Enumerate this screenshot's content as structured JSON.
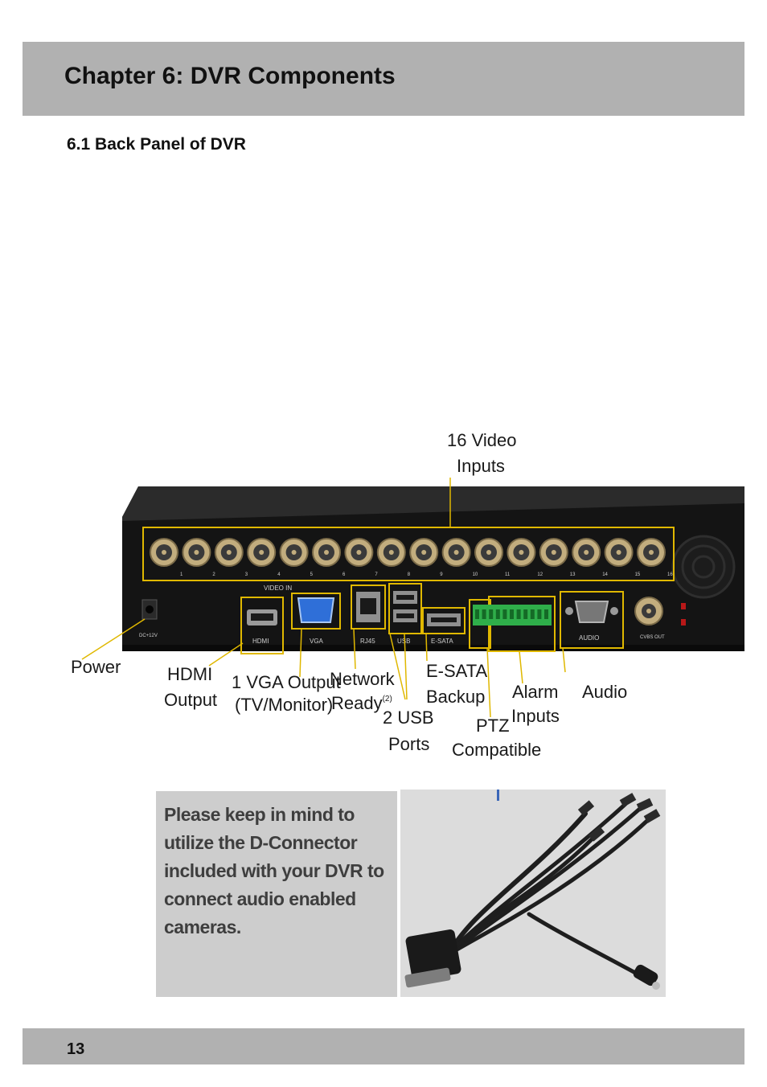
{
  "header": {
    "chapter_title": "Chapter 6: DVR Components"
  },
  "section": {
    "title": "6.1 Back Panel of DVR"
  },
  "diagram": {
    "labels": {
      "video_inputs_line1": "16 Video",
      "video_inputs_line2": "Inputs",
      "power": "Power",
      "hdmi_line1": "HDMI",
      "hdmi_line2": "Output",
      "vga_line1": "1 VGA Output",
      "vga_line2": "(TV/Monitor)",
      "network_line1": "Network",
      "network_line2": "Ready",
      "network_sup": "(2)",
      "usb_line1": "2 USB",
      "usb_line2": "Ports",
      "esata_line1": "E-SATA",
      "esata_line2": "Backup",
      "ptz_line1": "PTZ",
      "ptz_line2": "Compatible",
      "alarm_line1": "Alarm",
      "alarm_line2": "Inputs",
      "audio": "Audio"
    },
    "panel_text": {
      "video_in": "VIDEO IN",
      "hdmi": "HDMI",
      "vga": "VGA",
      "rj45": "RJ45",
      "usb": "USB",
      "esata": "E-SATA",
      "audio": "AUDIO",
      "dc": "DC+12V",
      "cvbs": "CVBS OUT"
    },
    "channel_numbers": [
      "1",
      "2",
      "3",
      "4",
      "5",
      "6",
      "7",
      "8",
      "9",
      "10",
      "11",
      "12",
      "13",
      "14",
      "15",
      "16"
    ],
    "colors": {
      "highlight": "#e0b800",
      "panel": "#141414",
      "bnc": "#c2ad7e"
    }
  },
  "note": {
    "text": "Please keep in mind to utilize the D-Connector included with your DVR to connect audio enabled cameras."
  },
  "footer": {
    "page_number": "13"
  }
}
